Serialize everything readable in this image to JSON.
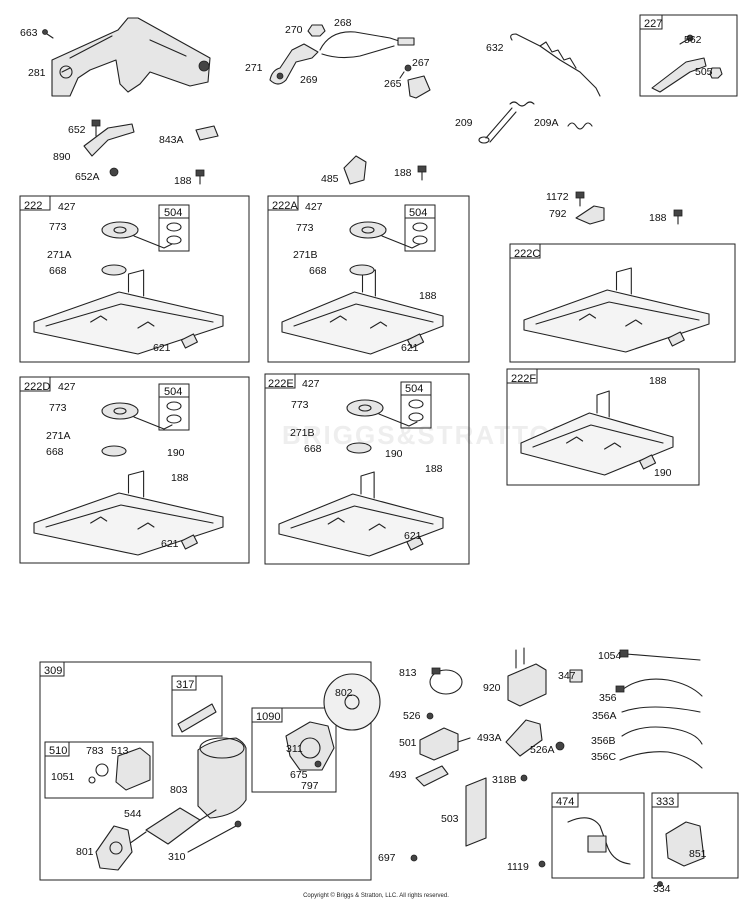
{
  "copyright": "Copyright © Briggs & Stratton, LLC. All rights reserved.",
  "watermark": "BRIGGS&STRATTON",
  "group_boxes": [
    "227",
    "222",
    "504",
    "222A",
    "504",
    "222C",
    "222D",
    "504",
    "222E",
    "504",
    "222F",
    "309",
    "317",
    "1090",
    "510",
    "474",
    "333"
  ],
  "part_labels": [
    "663",
    "281",
    "270",
    "268",
    "271",
    "269",
    "267",
    "265",
    "632",
    "562",
    "505",
    "652",
    "890",
    "843A",
    "652A",
    "188",
    "485",
    "188",
    "209",
    "209A",
    "1172",
    "792",
    "188",
    "427",
    "773",
    "271A",
    "668",
    "621",
    "427",
    "773",
    "271B",
    "668",
    "188",
    "621",
    "427",
    "773",
    "271A",
    "668",
    "190",
    "188",
    "621",
    "427",
    "773",
    "271B",
    "668",
    "190",
    "188",
    "621",
    "188",
    "190",
    "802",
    "311",
    "675",
    "797",
    "783",
    "513",
    "1051",
    "803",
    "544",
    "801",
    "310",
    "813",
    "526",
    "501",
    "493",
    "503",
    "920",
    "493A",
    "526A",
    "318B",
    "347",
    "1054",
    "356",
    "356A",
    "356B",
    "356C",
    "697",
    "1119",
    "851",
    "334"
  ]
}
